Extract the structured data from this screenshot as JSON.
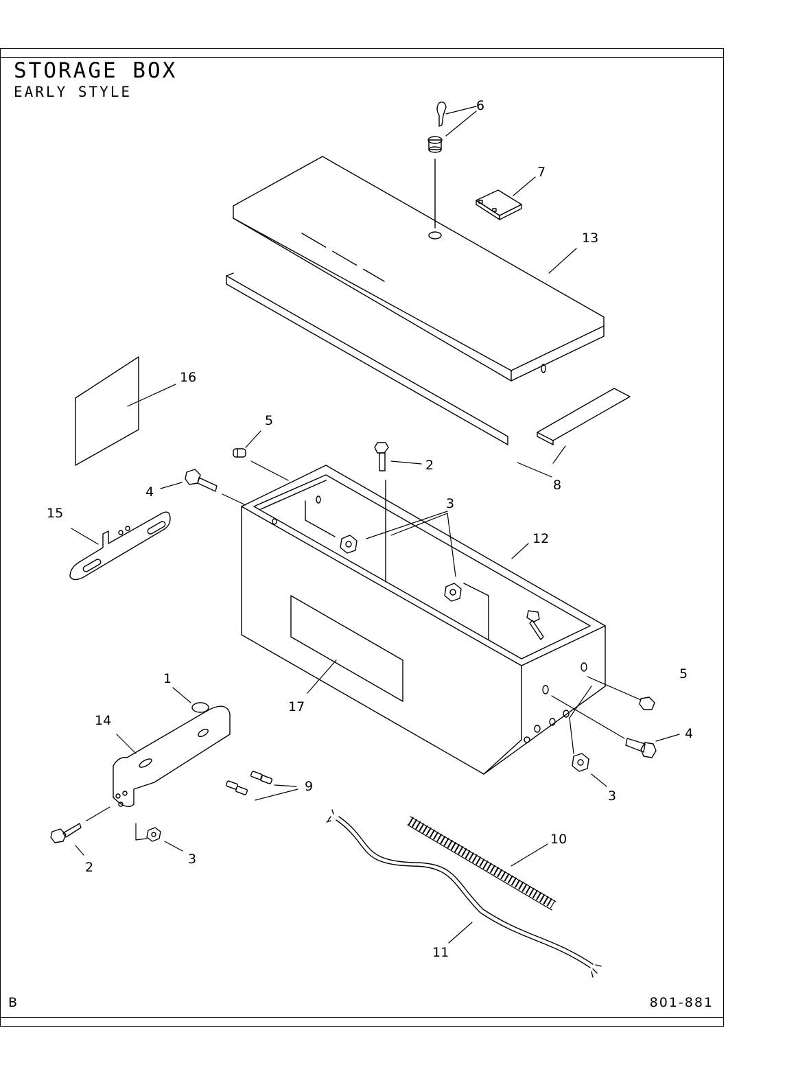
{
  "header": {
    "title": "STORAGE BOX",
    "subtitle": "EARLY STYLE"
  },
  "footer": {
    "revision": "B",
    "drawing_number": "801-881"
  },
  "callouts": [
    "6",
    "7",
    "13",
    "16",
    "5",
    "2",
    "8",
    "4",
    "15",
    "3",
    "12",
    "1",
    "17",
    "5",
    "14",
    "4",
    "9",
    "3",
    "2",
    "3",
    "10",
    "11"
  ]
}
